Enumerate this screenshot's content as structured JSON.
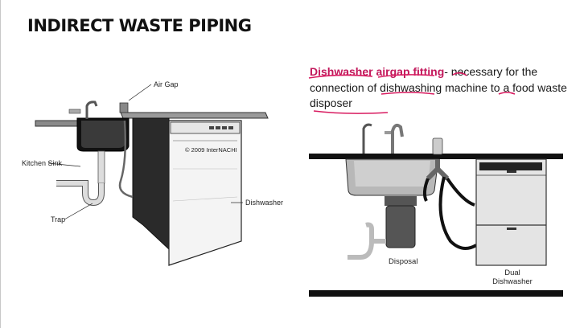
{
  "title": "INDIRECT WASTE PIPING",
  "description": {
    "highlight": "Dishwasher airgap fitting",
    "rest": "- necessary for the connection of dishwashing machine to a food waste disposer"
  },
  "left_diagram": {
    "labels": {
      "air_gap": "Air Gap",
      "kitchen_sink": "Kitchen Sink",
      "trap": "Trap",
      "dishwasher": "Dishwasher",
      "copyright": "© 2009 InterNACHI"
    }
  },
  "right_diagram": {
    "labels": {
      "disposal": "Disposal",
      "dual_line1": "Dual",
      "dual_line2": "Dishwasher"
    }
  },
  "colors": {
    "highlight": "#c2185b",
    "annotation": "#d81b60"
  }
}
